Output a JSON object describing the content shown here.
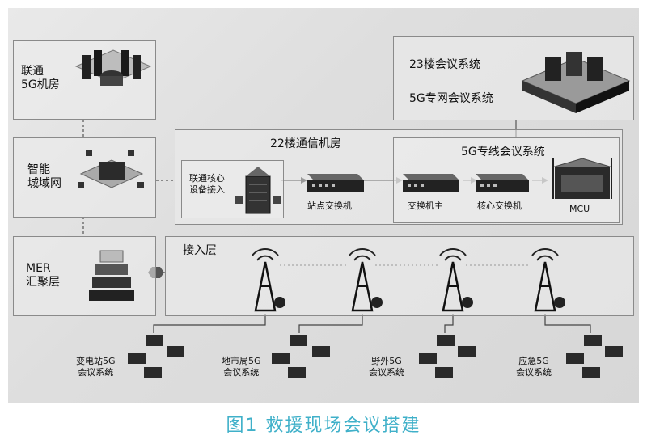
{
  "nodes": {
    "unicom_dc": "联通\n5G机房",
    "metro_net": "智能\n城域网",
    "mer": "MER\n汇聚层",
    "floor23_a": "23楼会议系统",
    "floor23_b": "5G专网会议系统",
    "floor22": "22楼通信机房",
    "core_access": "联通核心\n设备接入",
    "site_switch": "站点交换机",
    "private_conf": "5G专线会议系统",
    "main_switch": "交换机主",
    "core_switch": "核心交换机",
    "mcu": "MCU",
    "access_layer": "接入层",
    "substation": "变电站5G\n会议系统",
    "city_bureau": "地市局5G\n会议系统",
    "field": "野外5G\n会议系统",
    "emergency": "应急5G\n会议系统"
  },
  "caption": "图1 救援现场会议搭建",
  "colors": {
    "caption": "#3fb0c9",
    "line": "#555555"
  }
}
